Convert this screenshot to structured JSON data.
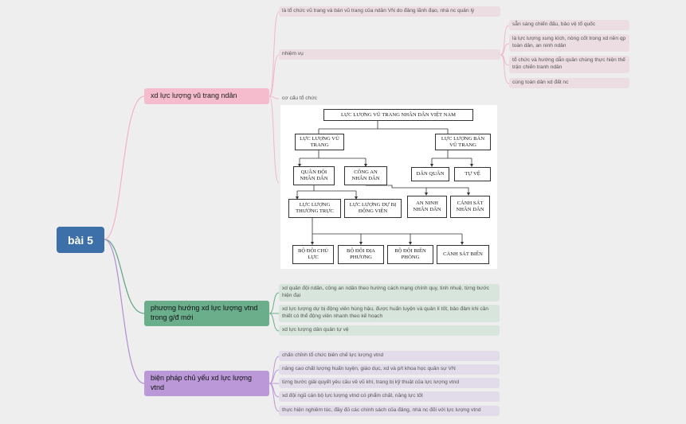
{
  "root": {
    "label": "bài 5"
  },
  "branches": [
    {
      "label": "xd lực lượng vũ trang ndân",
      "children": [
        {
          "label": "là tổ chức vũ trang và bán vũ trang của ndân VN do đảng lãnh đạo, nhà nc quản lý"
        },
        {
          "label": "nhiệm vụ",
          "children": [
            "sẵn sàng chiến đấu, bảo vệ tổ quốc",
            "là lực lượng xung kích, nòng cốt trong xd nền qp toàn dân, an ninh ndân",
            "tổ chức và hướng dẫn quần chúng thực hiện thế trận chiến tranh ndân",
            "cùng toàn dân xd đất nc"
          ]
        },
        {
          "label": "cơ cấu tổ chức"
        }
      ]
    },
    {
      "label": "phương hướng xd lực lượng vtnd trong g/đ mới",
      "children": [
        "xd quân đội ndân, công an ndân theo hướng cách mạng chính quy, tinh nhuệ, từng bước hiện đại",
        "xd lực lượng dự bị động viên hùng hậu, được huấn luyện và quản lí tốt, bảo đảm khi cần thiết có thể động viên nhanh theo kế hoạch",
        "xd lực lượng dân quân tự vệ"
      ]
    },
    {
      "label": "biện pháp chủ yếu xd lực lượng vtnd",
      "children": [
        "chấn chỉnh tổ chức biên chế lực lượng vtnd",
        "nâng cao chất lượng huấn luyện, giáo dục, xd và p/t khoa học quân sự VN",
        "từng bước giải quyết yêu cầu về vũ khí, trang bị kỹ thuật của lực lượng vtnd",
        "xd đội ngũ cán bộ lực lượng vtnd có phẩm chất, năng lực tốt",
        "thực hiện nghiêm túc, đầy đủ các chính sách của đảng, nhà nc đối với lực lượng vtnd"
      ]
    }
  ],
  "org_chart": {
    "top": "LỰC LƯỢNG VŨ TRANG NHÂN DÂN VIỆT NAM",
    "armed": "LỰC LƯỢNG VŨ TRANG",
    "semi": "LỰC LƯỢNG BÁN VŨ TRANG",
    "army": "QUÂN ĐỘI NHÂN DÂN",
    "police": "CÔNG AN NHÂN DÂN",
    "militia": "DÂN QUÂN",
    "selfdef": "TỰ VỆ",
    "standing": "LỰC LƯỢNG THƯỜNG TRỰC",
    "reserve": "LỰC LƯỢNG DỰ BỊ ĐỘNG VIÊN",
    "security": "AN NINH NHÂN DÂN",
    "police_force": "CẢNH SÁT NHÂN DÂN",
    "main_force": "BỘ ĐỘI CHỦ LỰC",
    "local_force": "BỘ ĐỘI ĐỊA PHƯƠNG",
    "border": "BỘ ĐỘI BIÊN PHÒNG",
    "coast": "CẢNH SÁT BIỂN"
  },
  "colors": {
    "background": "#eeeeee",
    "root": "#3d6fa8",
    "branch1": "#f4bccc",
    "branch2": "#6aae8c",
    "branch3": "#bb99d9"
  }
}
